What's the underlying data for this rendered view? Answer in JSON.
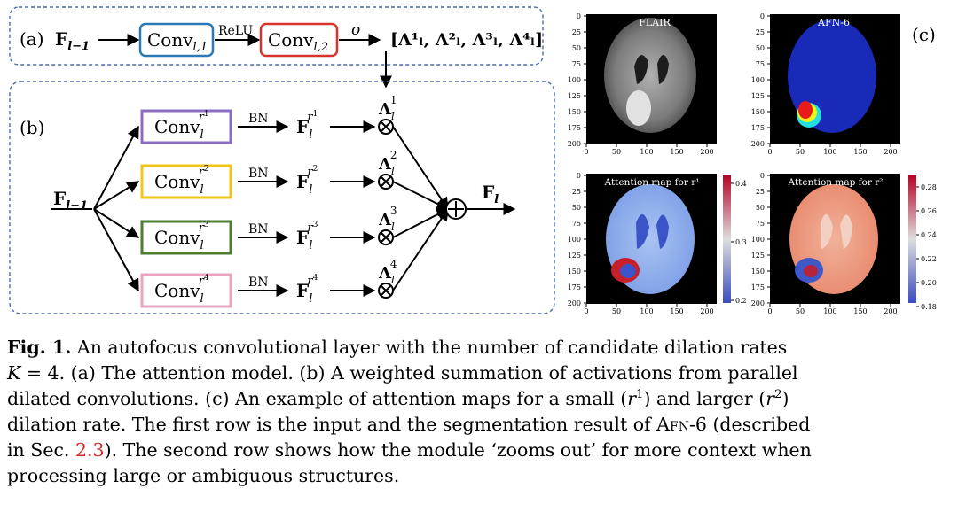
{
  "figure": {
    "panel_labels": {
      "a": "(a)",
      "b": "(b)",
      "c": "(c)"
    },
    "attention_model": {
      "input": "F",
      "input_sub": "l−1",
      "conv1": "Conv",
      "conv1_sub": "l,1",
      "relu": "ReLU",
      "conv2": "Conv",
      "conv2_sub": "l,2",
      "sigma": "σ",
      "output": "[Λ¹ₗ, Λ²ₗ, Λ³ₗ, Λ⁴ₗ]"
    },
    "branches": {
      "input": "F",
      "input_sub": "l−1",
      "output": "F",
      "output_sub": "l",
      "bn": "BN",
      "rows": [
        {
          "conv": "Conv",
          "sub": "l",
          "sup": "r",
          "supnum": "1",
          "feat": "F",
          "lambda": "Λ",
          "lambda_sup": "1",
          "color": "#8a6cc0"
        },
        {
          "conv": "Conv",
          "sub": "l",
          "sup": "r",
          "supnum": "2",
          "feat": "F",
          "lambda": "Λ",
          "lambda_sup": "2",
          "color": "#f0c419"
        },
        {
          "conv": "Conv",
          "sub": "l",
          "sup": "r",
          "supnum": "3",
          "feat": "F",
          "lambda": "Λ",
          "lambda_sup": "3",
          "color": "#4e7d2f"
        },
        {
          "conv": "Conv",
          "sub": "l",
          "sup": "r",
          "supnum": "4",
          "feat": "F",
          "lambda": "Λ",
          "lambda_sup": "4",
          "color": "#e8a6c0"
        }
      ]
    },
    "images": {
      "flair_title": "FLAIR",
      "afn_title": "AFN-6",
      "att1_title": "Attention map for r¹",
      "att2_title": "Attention map for r²",
      "y_ticks": [
        "0",
        "25",
        "50",
        "75",
        "100",
        "125",
        "150",
        "175",
        "200"
      ],
      "x_ticks": [
        "0",
        "50",
        "100",
        "150",
        "200"
      ],
      "cbar1_ticks": [
        "0.4",
        "0.3",
        "0.2"
      ],
      "cbar2_ticks": [
        "0.28",
        "0.26",
        "0.24",
        "0.22",
        "0.20",
        "0.18"
      ],
      "colors": {
        "conv1_box": "#2a7ab8",
        "conv2_box": "#d9342b",
        "dashed_frame": "#4a6da8",
        "afn_background": "#1a2ab8"
      }
    }
  },
  "caption": {
    "label": "Fig. 1.",
    "l1": "An autofocus convolutional layer with the number of candidate dilation rates",
    "l2_math": "K",
    "l2": " = 4. (a) The attention model. (b) A weighted summation of activations from parallel",
    "l3a": "dilated convolutions. (c) An example of attention maps for a small (",
    "l3r": "r",
    "l3s1": "1",
    "l3b": ") and larger (",
    "l3s2": "2",
    "l3c": ")",
    "l4a": "dilation rate. The first row is the input and the segmentation result of ",
    "l4sc": "Afn-6",
    "l4b": " (described",
    "l5a": "in Sec. ",
    "l5ref": "2.3",
    "l5b": "). The second row shows how the module ‘zooms out’ for more context when",
    "l6": "processing large or ambiguous structures."
  }
}
